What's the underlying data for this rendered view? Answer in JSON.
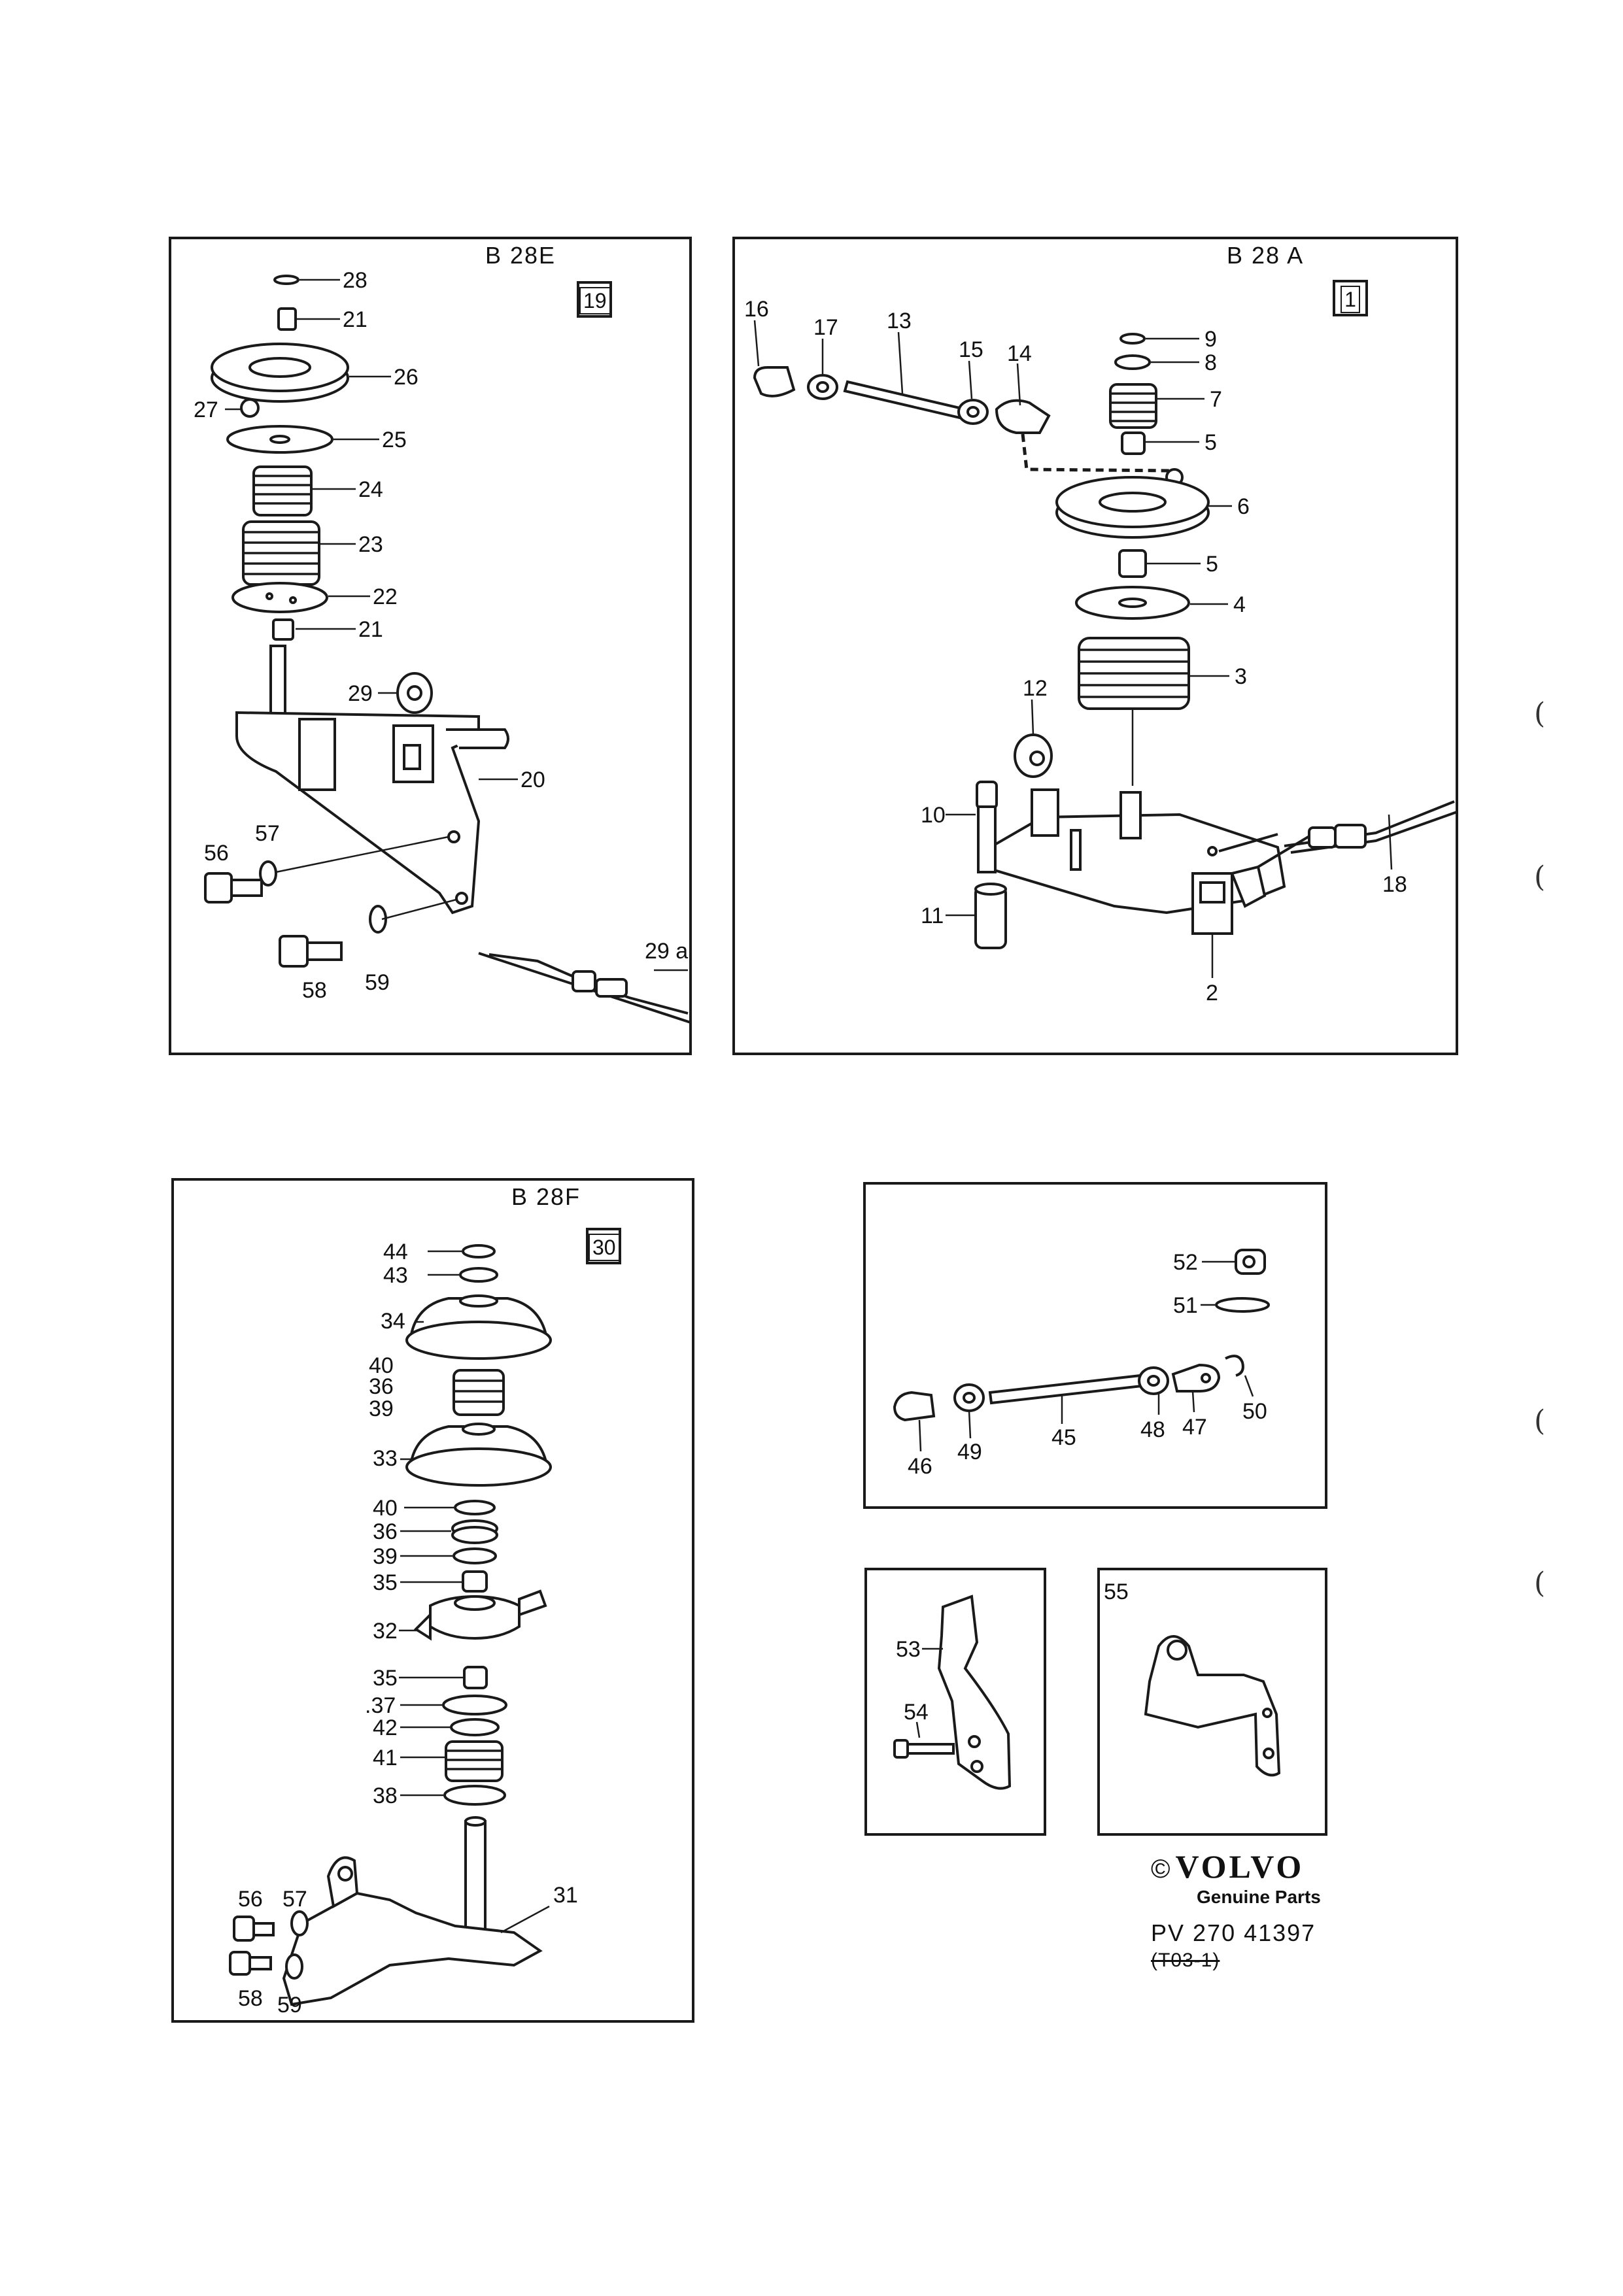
{
  "panels": {
    "b28e": {
      "variant": "B 28E",
      "figure": "19",
      "callouts": [
        "28",
        "21",
        "26",
        "27",
        "25",
        "24",
        "23",
        "22",
        "21",
        "29",
        "20",
        "56",
        "57",
        "58",
        "59",
        "29 a"
      ]
    },
    "b28a": {
      "variant": "B 28 A",
      "figure": "1",
      "callouts": [
        "16",
        "17",
        "13",
        "15",
        "14",
        "9",
        "8",
        "7",
        "5",
        "6",
        "5",
        "4",
        "3",
        "12",
        "10",
        "11",
        "2",
        "18"
      ]
    },
    "b28f": {
      "variant": "B 28F",
      "figure": "30",
      "callouts": [
        "44",
        "43",
        "34",
        "40",
        "36",
        "39",
        "33",
        "40",
        "36",
        "39",
        "35",
        "32",
        "35",
        ".37",
        "42",
        "41",
        "38",
        "31",
        "56",
        "57",
        "58",
        "59"
      ]
    },
    "rod": {
      "callouts": [
        "52",
        "51",
        "46",
        "49",
        "45",
        "48",
        "47",
        "50"
      ]
    },
    "bracket_53": {
      "callouts": [
        "53",
        "54"
      ]
    },
    "bracket_55": {
      "callouts": [
        "55"
      ]
    }
  },
  "brand": {
    "copyright": "©",
    "logo": "VOLVO",
    "subtitle": "Genuine Parts",
    "part_number": "PV 270 41397",
    "old_number": "(T03-1)"
  },
  "margin_marks": [
    "(",
    "(",
    "(",
    "("
  ]
}
